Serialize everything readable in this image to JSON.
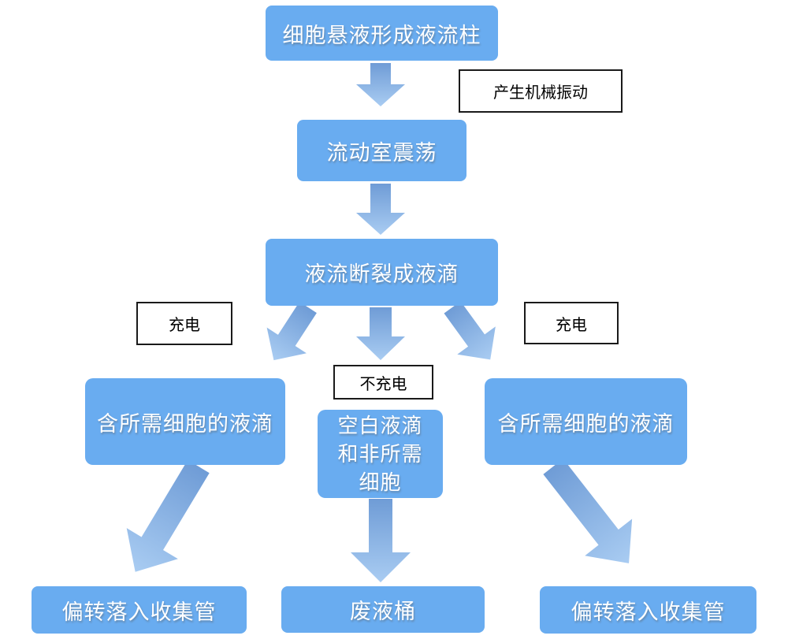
{
  "diagram": {
    "type": "flowchart",
    "topic": "droplet-based cell sorting (flow cytometry)"
  },
  "flow": {
    "step1": "细胞悬液形成液流柱",
    "step2": "流动室震荡",
    "step3": "液流断裂成液滴",
    "branch_left": "含所需细胞的液滴",
    "branch_middle_lines": [
      "空白液滴",
      "和非所需",
      "细胞"
    ],
    "branch_right": "含所需细胞的液滴",
    "end_left": "偏转落入收集管",
    "end_middle": "废液桶",
    "end_right": "偏转落入收集管"
  },
  "labels": {
    "mechanical_vibration": "产生机械振动",
    "charge_left": "充电",
    "no_charge": "不充电",
    "charge_right": "充电"
  },
  "colors": {
    "background": "#ffffff",
    "node_fill": "#69acf0",
    "node_text": "#ffffff",
    "annotation_fill": "#ffffff",
    "annotation_border": "#1a1a1a",
    "annotation_text": "#000000",
    "arrow_gradient_start": "#6f9cd6",
    "arrow_gradient_end": "#a9ccf2"
  }
}
